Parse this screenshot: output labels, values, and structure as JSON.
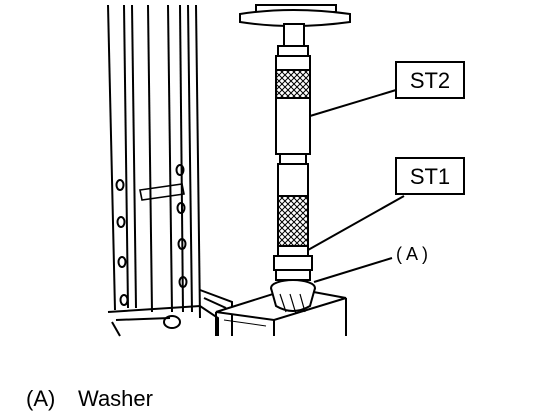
{
  "callouts": {
    "st2": "ST2",
    "st1": "ST1",
    "a": "( A )"
  },
  "legend": {
    "key": "(A)",
    "value": "Washer"
  }
}
